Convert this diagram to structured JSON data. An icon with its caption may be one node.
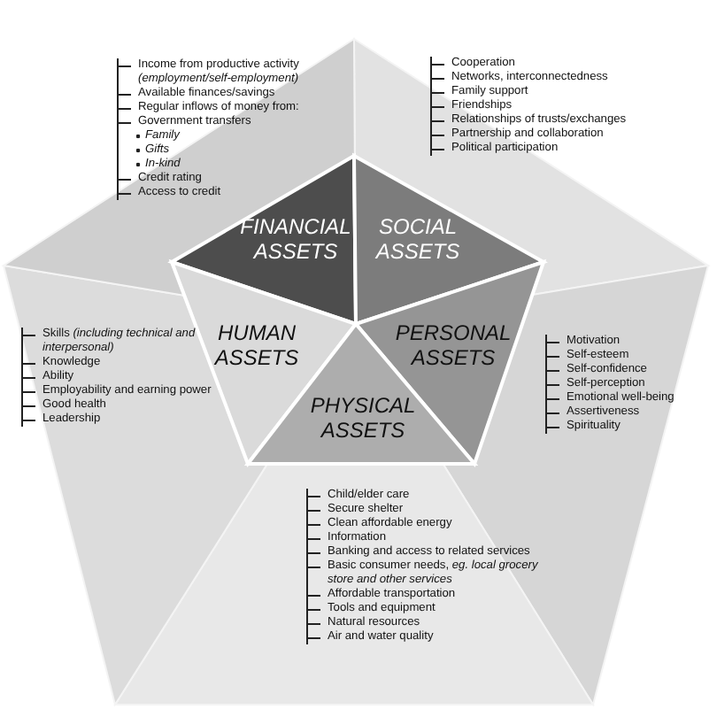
{
  "diagram": {
    "nodes": [
      {
        "text": [
          "FINANCIAL ASSETS"
        ]
      },
      {
        "text": [
          "SOCIAL ASSETS"
        ]
      },
      {
        "text": [
          "HUMAN ASSETS"
        ]
      },
      {
        "text": [
          "PERSONAL ASSETS"
        ]
      },
      {
        "text": [
          "PHYSICAL ASSETS"
        ]
      }
    ],
    "labels": [
      "Income from productive activity *(employment/self-employment)*",
      "Available finances/savings",
      "Regular inflows of money from:",
      "Government transfers",
      "Family",
      "Gifts",
      "In-kind",
      "Credit rating",
      "Access to credit",
      "Cooperation",
      "Networks, interconnectedness",
      "Family support",
      "Friendships",
      "Relationships of trusts/exchanges",
      "Partnership and collaboration",
      "Political participation",
      "Skills *(including technical and interpersonal)*",
      "Knowledge",
      "Ability",
      "Employability and earning power",
      "Good health",
      "Leadership",
      "Motivation",
      "Self-esteem",
      "Self-confidence",
      "Self-perception",
      "Emotional well-being",
      "Assertiveness",
      "Spirituality",
      "Child/elder care",
      "Secure shelter",
      "Clean affordable energy",
      "Information",
      "Banking and access to related services",
      "Basic consumer needs, *eg. local grocery store and other services*",
      "Affordable transportation",
      "Tools and equipment",
      "Natural resources",
      "Air and water quality"
    ]
  }
}
